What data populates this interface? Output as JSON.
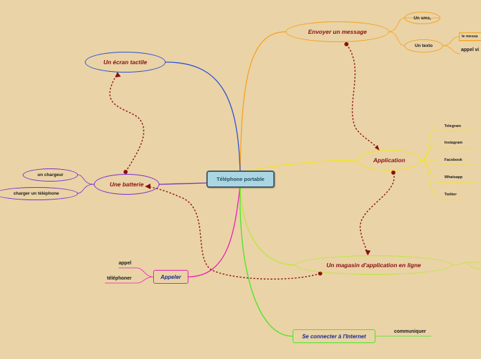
{
  "center": "Téléphone portable",
  "branches": {
    "message": "Envoyer un message",
    "sms": "Un sms,",
    "texto": "Un texto",
    "texto_sub": "le messa",
    "appel_vid": "appel vi",
    "ecran": "Un écran tactile",
    "batterie": "Une batterie",
    "chargeur": "un chargeur",
    "charger": "charger un téléphone",
    "application": "Application",
    "apps": [
      "Telegram",
      "Instagram",
      "Facebook",
      "Whatsapp",
      "Twitter"
    ],
    "magasin": "Un magasin d'application en ligne",
    "appeler": "Appeler",
    "appel": "appel",
    "telephoner": "téléphoner",
    "internet": "Se connecter à l'Internet",
    "communiquer": "communiquer"
  },
  "colors": {
    "background": "#ead3a6",
    "message_branch": "#f5a21e",
    "ecran_branch": "#2a4fd6",
    "batterie_branch": "#7a2bd1",
    "application_branch": "#f2e520",
    "magasin_branch": "#b9e83a",
    "appeler_branch": "#e51fb5",
    "internet_branch": "#44e81e",
    "relation": "#8a0f0f"
  }
}
